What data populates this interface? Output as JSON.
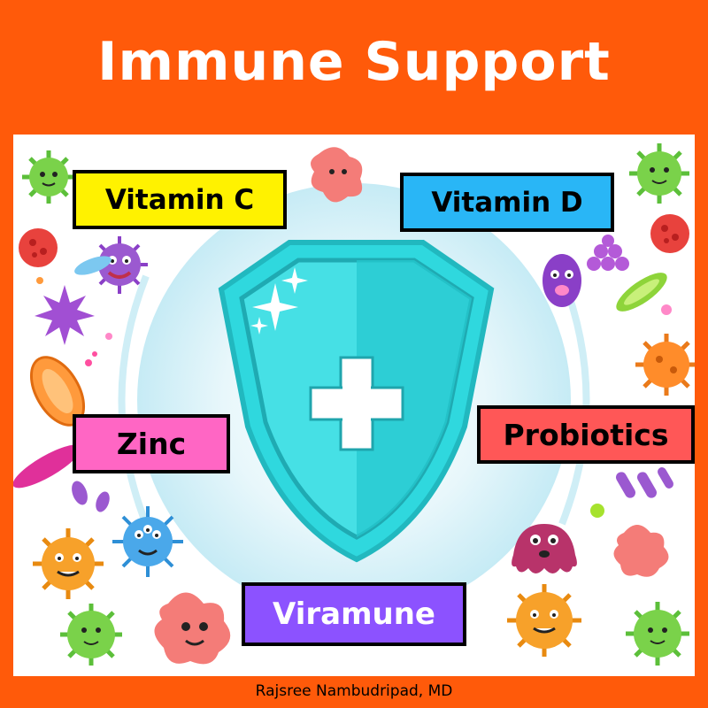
{
  "title": "Immune Support",
  "footer": "Rajsree Nambudripad, MD",
  "labels": {
    "vitamin_c": "Vitamin C",
    "vitamin_d": "Vitamin D",
    "zinc": "Zinc",
    "probiotics": "Probiotics",
    "viramune": "Viramune"
  },
  "icons": [
    "shield-icon",
    "medical-cross-icon",
    "sparkle-icon",
    "virus-icon",
    "germ-icon",
    "bacteria-icon"
  ],
  "colors": {
    "background": "#ff5a0a",
    "panel": "#ffffff",
    "title_text": "#ffffff",
    "vitamin_c": "#fff200",
    "vitamin_d": "#29b6f6",
    "zinc": "#ff66c4",
    "probiotics": "#ff5757",
    "viramune": "#8c52ff",
    "shield": "#26d7dd",
    "shield_dark": "#1fb5bd"
  }
}
